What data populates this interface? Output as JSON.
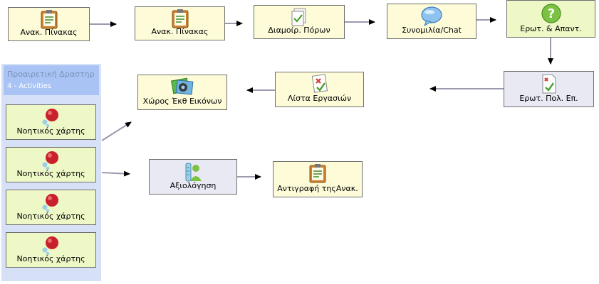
{
  "activities": {
    "a1": "Ανακ. Πίνακας",
    "a2": "Ανακ. Πίνακας",
    "a3": "Διαμοίρ. Πόρων",
    "a4": "Συνομιλία/Chat",
    "a5": "Ερωτ. & Απαντ.",
    "a6": "Ερωτ. Πολ. Επ.",
    "a7": "Λίστα Εργασιών",
    "a8": "Χώρος Έκθ Εικόνων",
    "a9": "Αξιολόγηση",
    "a10": "Αντιγραφή τηςΑνακ."
  },
  "optional_group": {
    "title": "Προαιρετική Δραστηρ",
    "subtitle": "4 - Activities",
    "items": [
      "Νοητικός χάρτης",
      "Νοητικός χάρτης",
      "Νοητικός χάρτης",
      "Νοητικός χάρτης"
    ]
  },
  "colors": {
    "yellow_box": "#fdfbd8",
    "green_box": "#eef7c6",
    "grey_box": "#e9e9f4",
    "panel": "#d6e1f7",
    "panel_header": "#a9c4f4",
    "connector": "#9a9ab0"
  },
  "icons": {
    "a1": "notice-board-icon",
    "a2": "notice-board-icon",
    "a3": "share-resources-icon",
    "a4": "chat-bubble-icon",
    "a5": "question-icon",
    "a6": "multiple-choice-icon",
    "a7": "task-list-icon",
    "a8": "image-gallery-icon",
    "a9": "assessment-icon",
    "a10": "notice-board-icon",
    "mindmap": "mindmap-icon"
  }
}
